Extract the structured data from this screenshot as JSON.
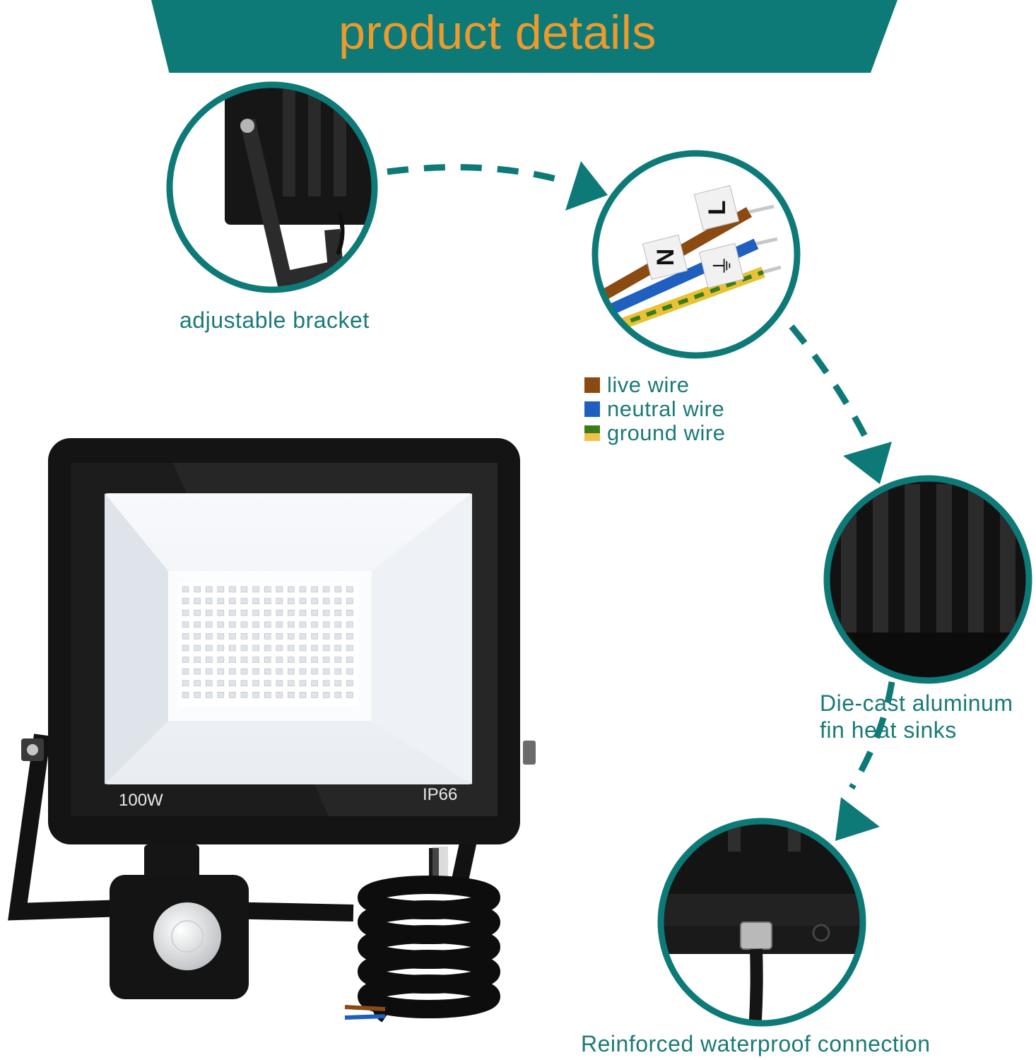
{
  "header": {
    "title": "product details"
  },
  "callouts": {
    "bracket": {
      "caption": "adjustable bracket"
    },
    "wiring": {
      "terminal_labels": [
        "L",
        "N",
        "⏚"
      ],
      "legend": [
        {
          "label": "live wire",
          "colors": [
            "#8b4a12"
          ]
        },
        {
          "label": "neutral wire",
          "colors": [
            "#1f5fbf"
          ]
        },
        {
          "label": "ground wire",
          "colors": [
            "#3c7a1c",
            "#f2c14a"
          ]
        }
      ]
    },
    "heatsink": {
      "caption_line1": "Die-cast aluminum",
      "caption_line2": "fin heat sinks"
    },
    "connection": {
      "caption": "Reinforced waterproof connection"
    }
  },
  "product": {
    "power_label": "100W",
    "rating_label": "IP66"
  },
  "colors": {
    "accent": "#0d7a78",
    "title": "#ec9a2e",
    "caption": "#1a7a78"
  }
}
